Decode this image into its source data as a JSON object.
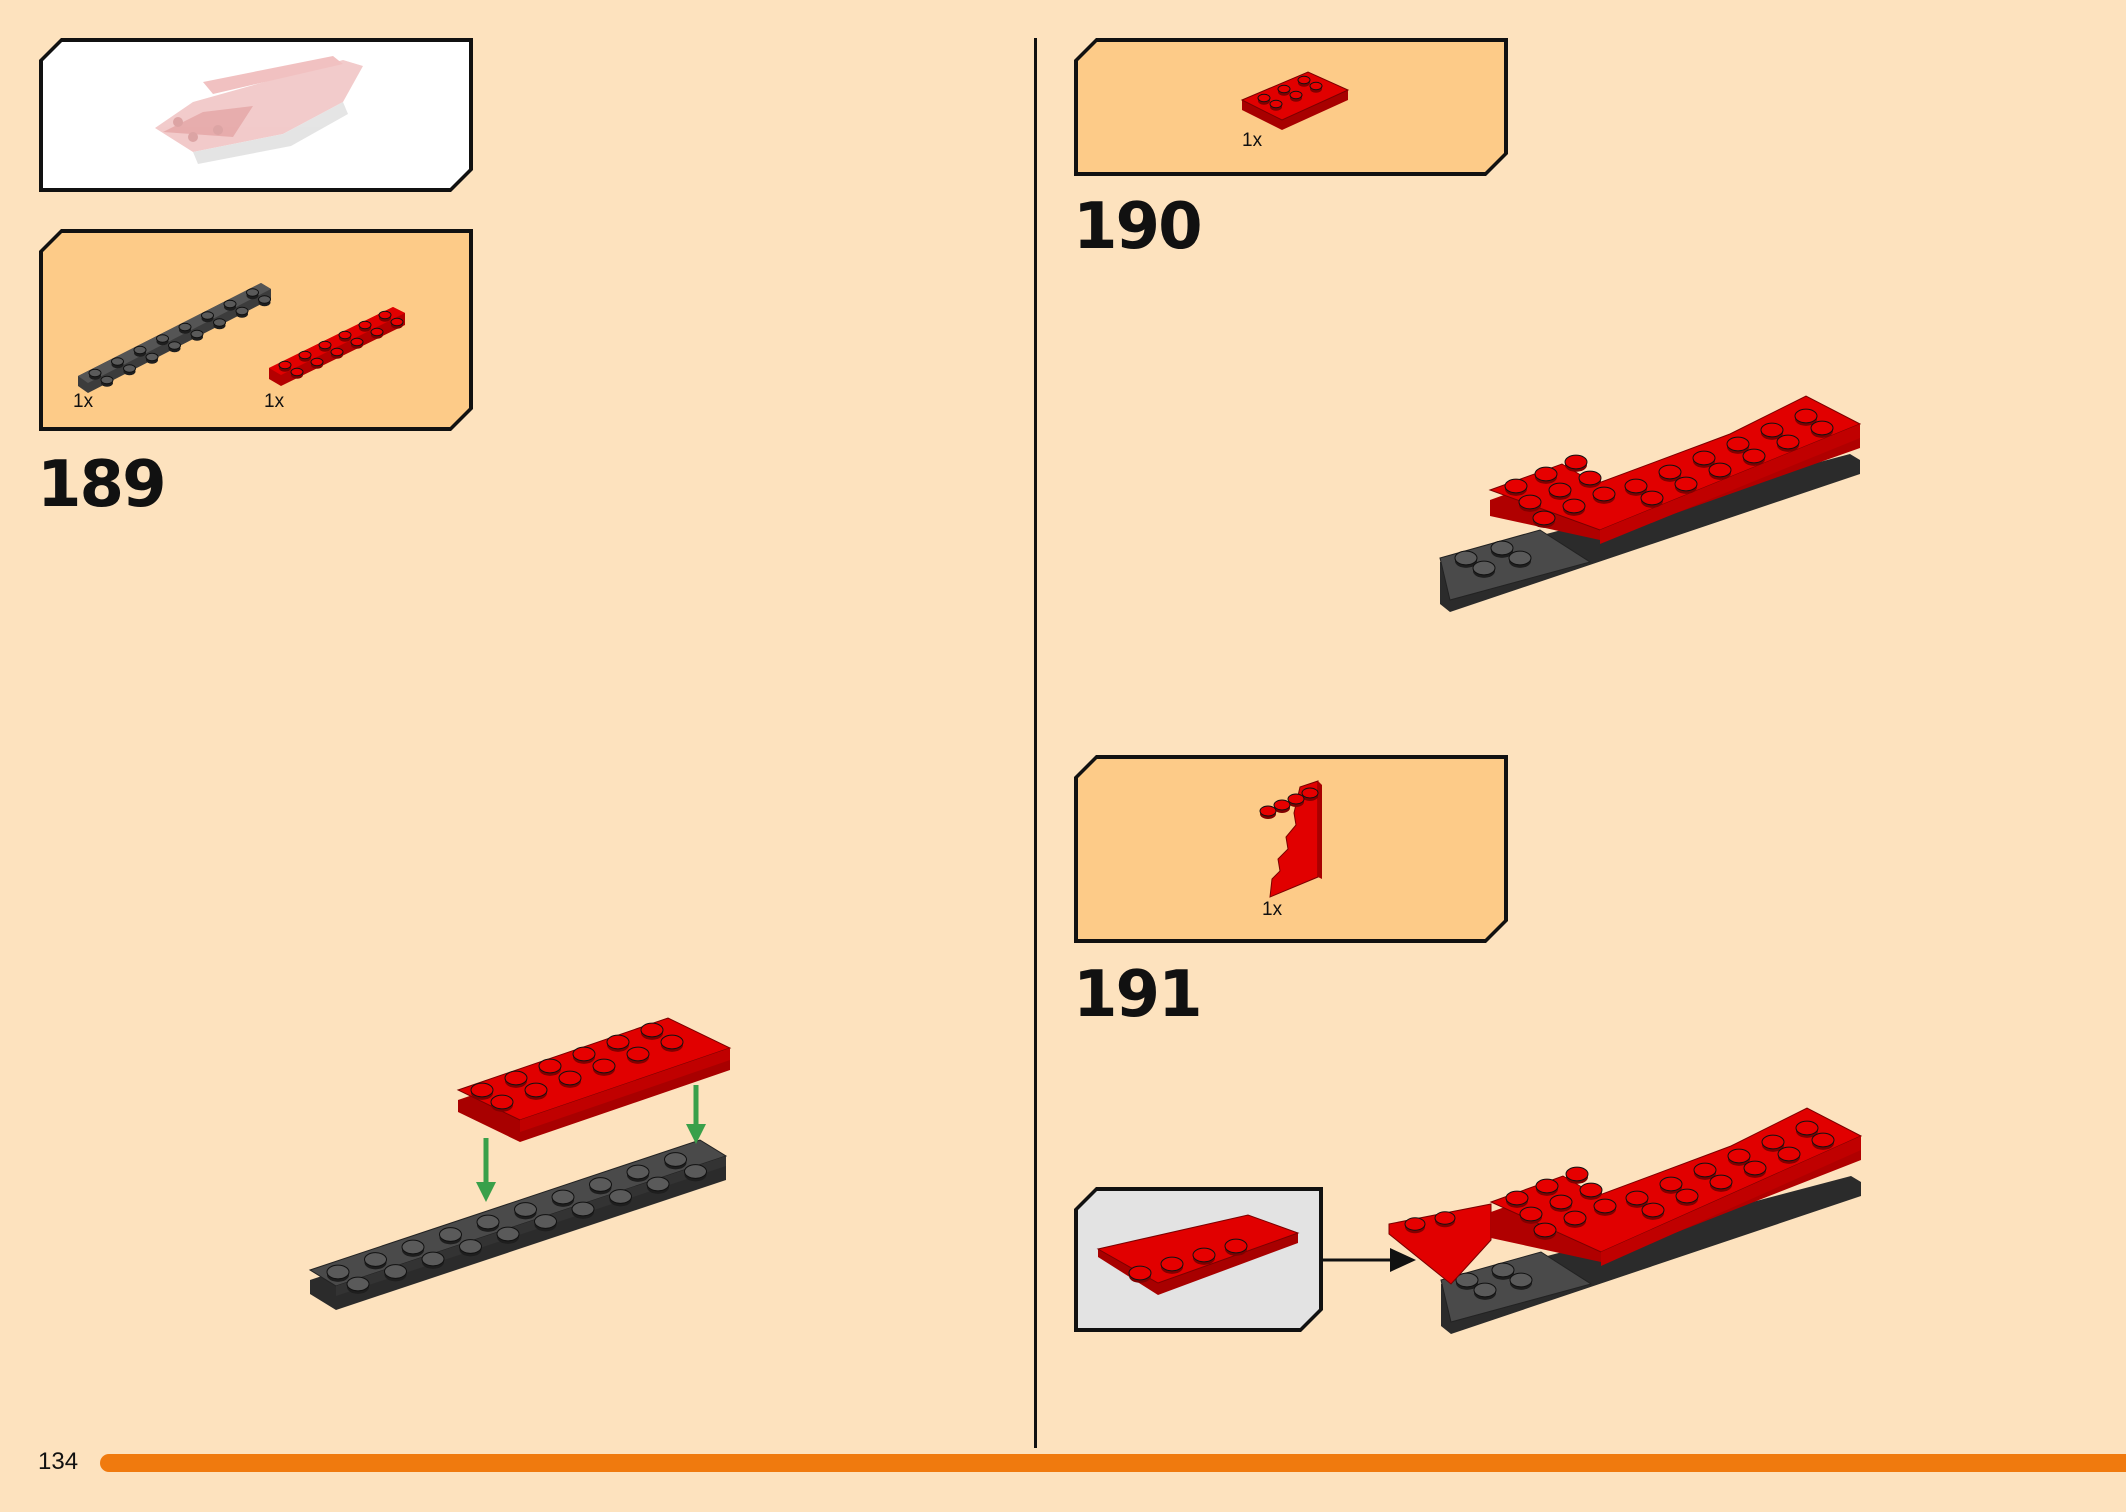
{
  "page": {
    "number": "134",
    "background": "#fde2be",
    "accent": "#f07a0e",
    "callout_fill": "#fdcb88"
  },
  "steps": [
    {
      "number": "189",
      "parts": [
        {
          "qty": "1x",
          "part": "dark-gray-plate-2x8-icon"
        },
        {
          "qty": "1x",
          "part": "red-plate-2x6-icon"
        }
      ]
    },
    {
      "number": "190",
      "parts": [
        {
          "qty": "1x",
          "part": "red-plate-2x3-icon"
        }
      ]
    },
    {
      "number": "191",
      "parts": [
        {
          "qty": "1x",
          "part": "red-wedge-plate-icon"
        }
      ]
    }
  ]
}
